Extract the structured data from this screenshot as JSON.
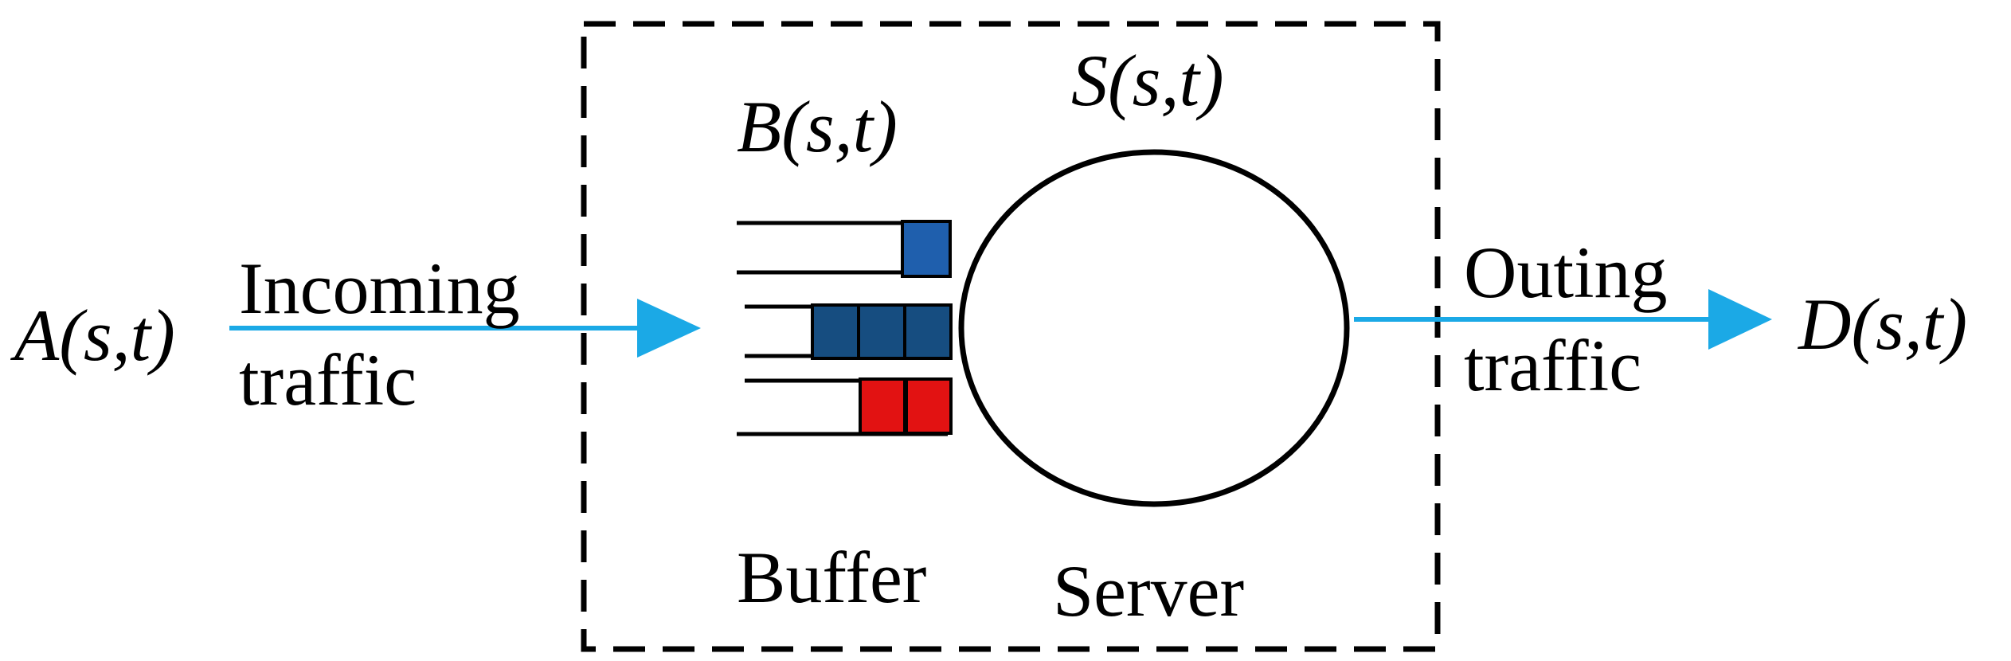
{
  "labels": {
    "input": "A(s,t)",
    "incoming": [
      "Incoming",
      "traffic"
    ],
    "buffer_fn": "B(s,t)",
    "server_fn": "S(s,t)",
    "buffer": "Buffer",
    "server": "Server",
    "outgoing": [
      "Outing",
      "traffic"
    ],
    "output": "D(s,t)"
  },
  "colors": {
    "arrow": "#1ba9e6",
    "packet_blue_light": "#1f5fad",
    "packet_blue_dark": "#164d80",
    "packet_red": "#e21212",
    "outline": "#000000"
  },
  "queues": [
    {
      "packets": 1,
      "color": "packet_blue_light"
    },
    {
      "packets": 3,
      "color": "packet_blue_dark"
    },
    {
      "packets": 2,
      "color": "packet_red"
    }
  ]
}
